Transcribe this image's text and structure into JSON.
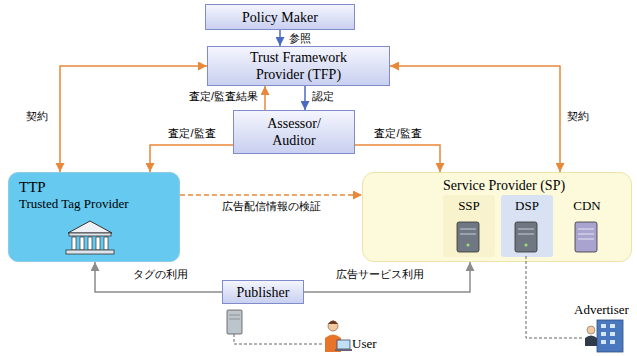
{
  "diagram": {
    "nodes": [
      {
        "text": [
          "Policy Maker"
        ]
      },
      {
        "text": [
          "Trust Framework Provider (TFP)"
        ]
      },
      {
        "text": [
          "Assessor/ Auditor"
        ]
      },
      {
        "text": [
          "TTP",
          "Trusted Tag Provider"
        ]
      },
      {
        "text": [
          "Service Provider (SP)"
        ]
      },
      {
        "text": [
          "SSP"
        ],
        "in": 4
      },
      {
        "text": [
          "DSP"
        ],
        "in": 4
      },
      {
        "text": [
          "CDN"
        ],
        "in": 4
      },
      {
        "text": [
          "Publisher"
        ]
      }
    ],
    "edges": [
      {
        "from": 0,
        "to": 1,
        "label": "参照",
        "arrow": "to"
      },
      {
        "from": 3,
        "to": 1,
        "label": "契約",
        "arrow": "both"
      },
      {
        "from": 4,
        "to": 1,
        "label": "契約",
        "arrow": "both"
      },
      {
        "from": 1,
        "to": 2,
        "label": "認定",
        "arrow": "to"
      },
      {
        "from": 2,
        "to": 1,
        "label": "査定/監査結果",
        "arrow": "to"
      },
      {
        "from": 2,
        "to": 3,
        "label": "査定/監査",
        "arrow": "to"
      },
      {
        "from": 2,
        "to": 4,
        "label": "査定/監査",
        "arrow": "to"
      },
      {
        "from": 3,
        "to": 4,
        "label": "広告配信情報の検証",
        "arrow": "to"
      },
      {
        "from": 8,
        "to": 3,
        "label": "タグの利用",
        "arrow": "to"
      },
      {
        "from": 8,
        "to": 4,
        "label": "広告サービス利用",
        "arrow": "to"
      }
    ],
    "labels": [
      "Advertiser",
      "User"
    ]
  }
}
